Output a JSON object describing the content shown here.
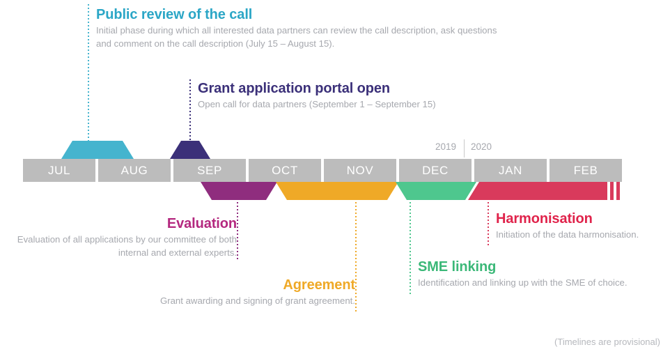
{
  "colors": {
    "teal": "#45b4ce",
    "indigo": "#3b3079",
    "magenta": "#8f2d7e",
    "amber": "#efa927",
    "green": "#4ec78e",
    "crimson": "#d93a5c",
    "month_gray": "#bcbcbc",
    "body_text": "#a6a8ae",
    "footnote": "#b6b8bd"
  },
  "axis": {
    "months": [
      {
        "label": "JUL"
      },
      {
        "label": "AUG"
      },
      {
        "label": "SEP"
      },
      {
        "label": "OCT"
      },
      {
        "label": "NOV"
      },
      {
        "label": "DEC"
      },
      {
        "label": "JAN"
      },
      {
        "label": "FEB"
      }
    ],
    "years": [
      {
        "label": "2019"
      },
      {
        "label": "2020"
      }
    ]
  },
  "callouts": {
    "public_review": {
      "title": "Public review of the call",
      "desc": "Initial phase during which all interested data partners can review the call description, ask questions and comment on the call description (July 15 – August 15)."
    },
    "grant_portal": {
      "title": "Grant application portal open",
      "desc": "Open call for data partners (September 1 – September 15)"
    },
    "evaluation": {
      "title": "Evaluation",
      "desc": "Evaluation of all applications by our committee of both internal and external experts."
    },
    "agreement": {
      "title": "Agreement",
      "desc": "Grant awarding and signing of grant agreement."
    },
    "sme_linking": {
      "title": "SME linking",
      "desc": "Identification and linking up with the SME of choice."
    },
    "harmonisation": {
      "title": "Harmonisation",
      "desc": "Initiation of the data harmonisation."
    }
  },
  "footer": {
    "note": "(Timelines are provisional)"
  }
}
